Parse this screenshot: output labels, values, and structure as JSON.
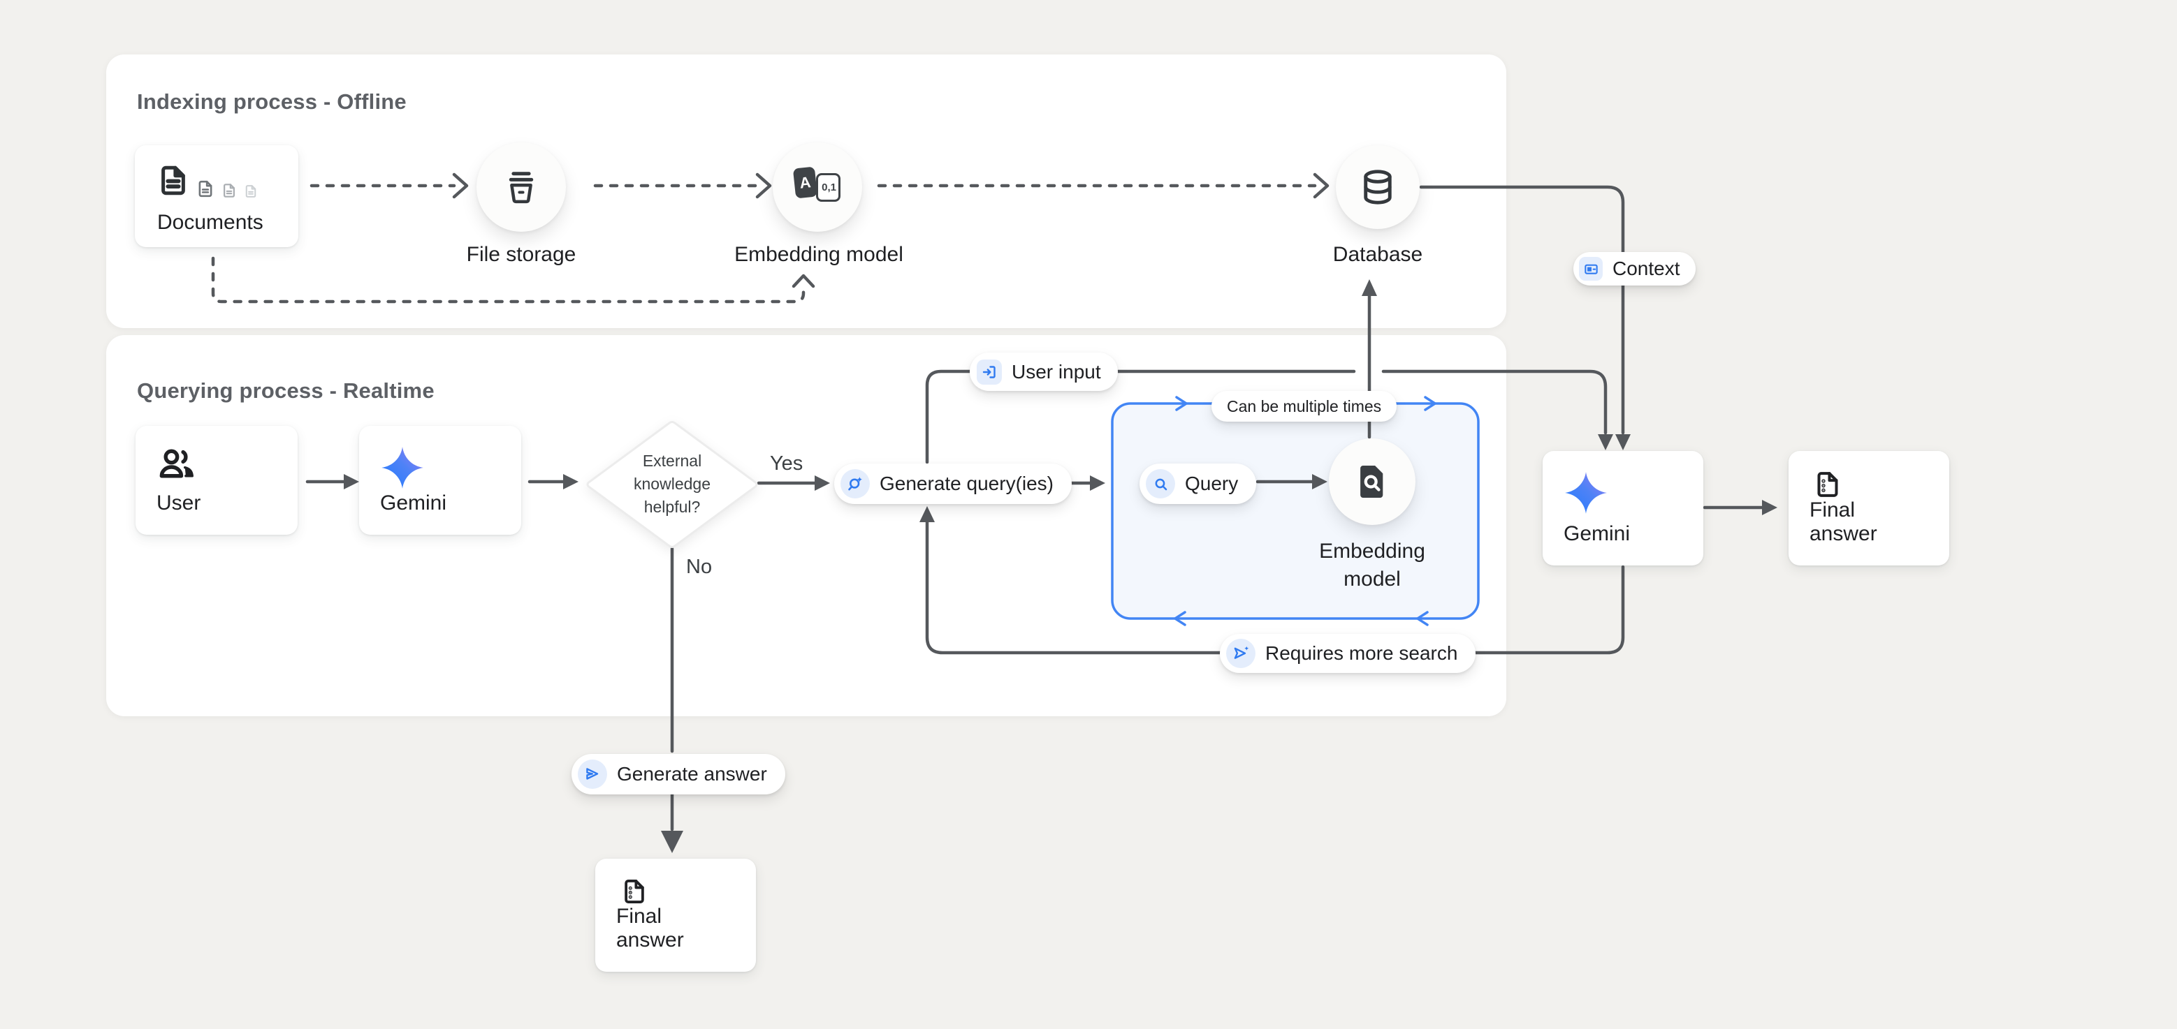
{
  "panels": {
    "indexing": {
      "title": "Indexing process - Offline"
    },
    "querying": {
      "title": "Querying process - Realtime"
    }
  },
  "nodes": {
    "documents": {
      "label": "Documents"
    },
    "file_storage": {
      "label": "File storage"
    },
    "embedding_model_offline": {
      "label": "Embedding model",
      "icon_text_a": "A",
      "icon_text_01": "0,1"
    },
    "database": {
      "label": "Database"
    },
    "user": {
      "label": "User"
    },
    "gemini_query": {
      "label": "Gemini"
    },
    "decision": {
      "line1": "External",
      "line2": "knowledge",
      "line3": "helpful?"
    },
    "embedding_model_realtime": {
      "line1": "Embedding",
      "line2": "model"
    },
    "gemini_answer": {
      "label": "Gemini"
    },
    "final_answer_right": {
      "label": "Final answer"
    },
    "final_answer_bottom": {
      "label": "Final answer"
    }
  },
  "pills": {
    "user_input": {
      "label": "User input"
    },
    "context": {
      "label": "Context"
    },
    "generate_queries": {
      "label": "Generate query(ies)"
    },
    "query": {
      "label": "Query"
    },
    "can_be_multiple_times": {
      "label": "Can be multiple times"
    },
    "requires_more_search": {
      "label": "Requires more search"
    },
    "generate_answer": {
      "label": "Generate answer"
    }
  },
  "edge_labels": {
    "yes": "Yes",
    "no": "No"
  },
  "colors": {
    "accent_blue": "#4285f4",
    "icon_blue": "#2f7af0",
    "icon_bg_blue": "#e4edfc",
    "line_dark": "#55585c",
    "canvas_bg": "#f2f1ee",
    "panel_bg": "#ffffff",
    "box_bg": "#f3f7fd",
    "text_primary": "#1f2023",
    "text_secondary": "#5d6065",
    "gemini_gradient_start": "#217bfe",
    "gemini_gradient_end": "#9c7df3"
  }
}
